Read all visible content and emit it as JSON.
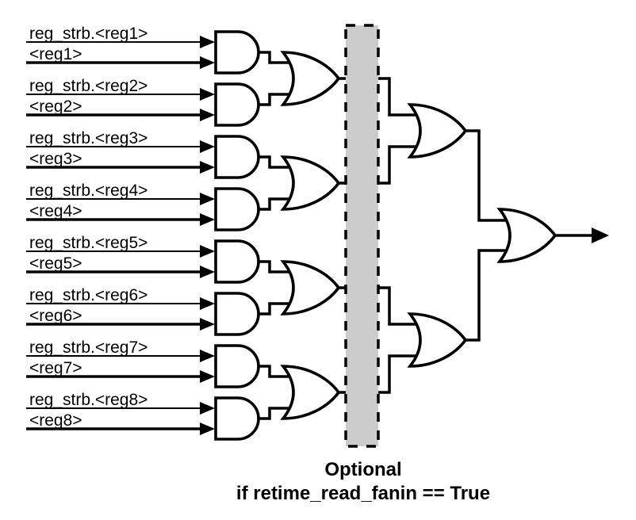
{
  "diagram": {
    "type": "logic-circuit",
    "inputs": [
      {
        "strobe": "reg_strb.<reg1>",
        "value": "<reg1>"
      },
      {
        "strobe": "reg_strb.<reg2>",
        "value": "<reg2>"
      },
      {
        "strobe": "reg_strb.<reg3>",
        "value": "<reg3>"
      },
      {
        "strobe": "reg_strb.<reg4>",
        "value": "<reg4>"
      },
      {
        "strobe": "reg_strb.<reg5>",
        "value": "<reg5>"
      },
      {
        "strobe": "reg_strb.<reg6>",
        "value": "<reg6>"
      },
      {
        "strobe": "reg_strb.<reg7>",
        "value": "<reg7>"
      },
      {
        "strobe": "reg_strb.<reg8>",
        "value": "<reg8>"
      }
    ],
    "gates": {
      "and_count": 8,
      "or_stage1_count": 4,
      "or_stage2_count": 2,
      "or_final_count": 1
    },
    "caption": {
      "line1": "Optional",
      "line2": "if retime_read_fanin == True"
    },
    "colors": {
      "line": "#000000",
      "gate_fill": "#ffffff",
      "optional_fill": "#cccccc",
      "background": "#ffffff"
    }
  }
}
